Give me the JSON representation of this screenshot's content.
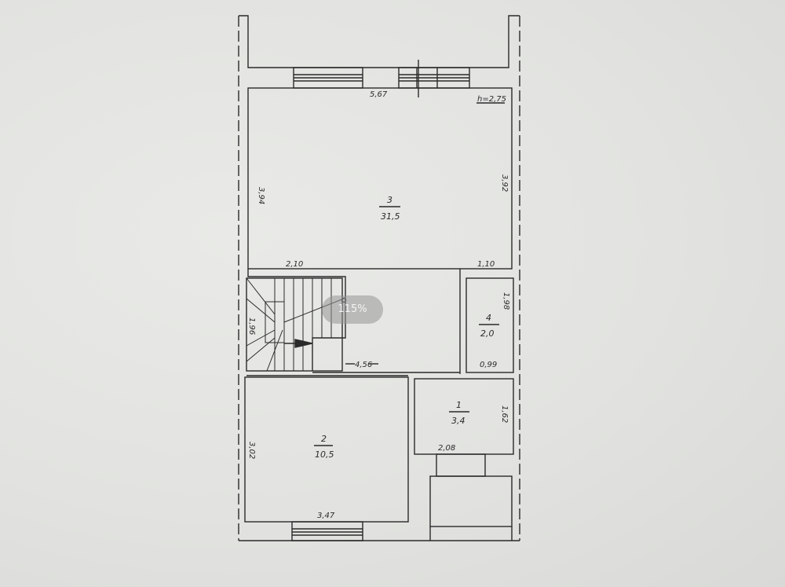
{
  "plan": {
    "height_label": "h=2,75",
    "dims": {
      "top_width": "5,67",
      "room3_left": "3,94",
      "room3_right": "3,92",
      "stair_top": "2,10",
      "closet_top": "1,10",
      "stair_side": "1,96",
      "closet_side": "1,98",
      "mid_width": "4,56",
      "closet_bottom": "0,99",
      "room1_side": "1,62",
      "room1_bottom": "2,08",
      "room2_side": "3,02",
      "room2_bottom": "3,47"
    },
    "rooms": [
      {
        "number": "3",
        "area": "31,5"
      },
      {
        "number": "4",
        "area": "2,0"
      },
      {
        "number": "1",
        "area": "3,4"
      },
      {
        "number": "2",
        "area": "10,5"
      }
    ]
  },
  "zoom_level": "115%"
}
